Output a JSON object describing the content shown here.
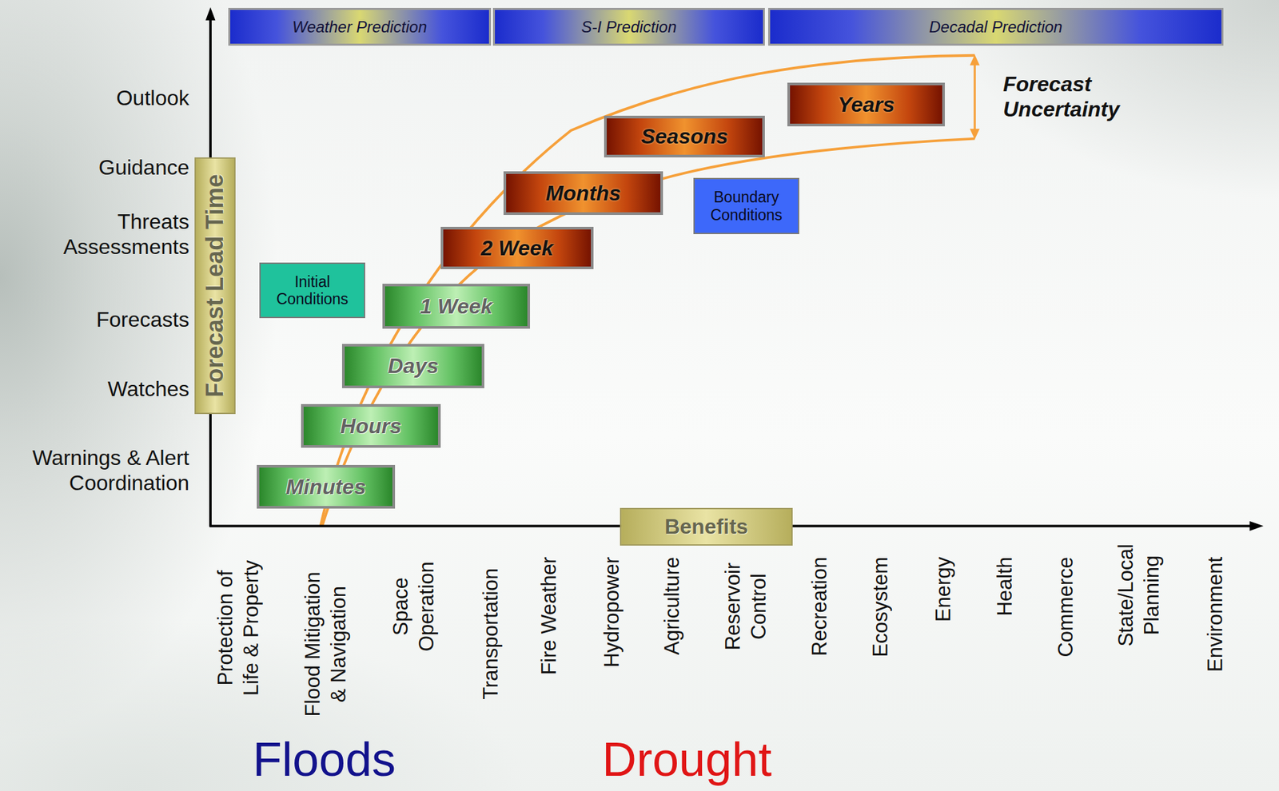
{
  "diagram": {
    "nodes": [
      {
        "text": [
          "Weather Prediction"
        ]
      },
      {
        "text": [
          "S-I Prediction"
        ]
      },
      {
        "text": [
          "Decadal Prediction"
        ]
      },
      {
        "text": [
          "Forecast Lead Time"
        ]
      },
      {
        "text": [
          "Years"
        ]
      },
      {
        "text": [
          "Seasons"
        ]
      },
      {
        "text": [
          "Months"
        ]
      },
      {
        "text": [
          "Boundary Conditions"
        ]
      },
      {
        "text": [
          "2 Week"
        ]
      },
      {
        "text": [
          "Initial Conditions"
        ]
      },
      {
        "text": [
          "1 Week"
        ]
      },
      {
        "text": [
          "Days"
        ]
      },
      {
        "text": [
          "Hours"
        ]
      },
      {
        "text": [
          "Minutes"
        ]
      },
      {
        "text": [
          "Benefits"
        ]
      }
    ],
    "labels": [
      "Outlook",
      "Guidance",
      "Threats Assessments",
      "Forecasts",
      "Watches",
      "Warnings & Alert Coordination",
      "Forecast Uncertainty",
      "Protection of Life & Property",
      "Flood Mitigation & Navigation",
      "Space Operation",
      "Transportation",
      "Fire Weather",
      "Hydropower",
      "Agriculture",
      "Reservoir Control",
      "Recreation",
      "Ecosystem",
      "Energy",
      "Health",
      "Commerce",
      "State/Local Planning",
      "Environment",
      "Floods",
      "Drought"
    ]
  }
}
